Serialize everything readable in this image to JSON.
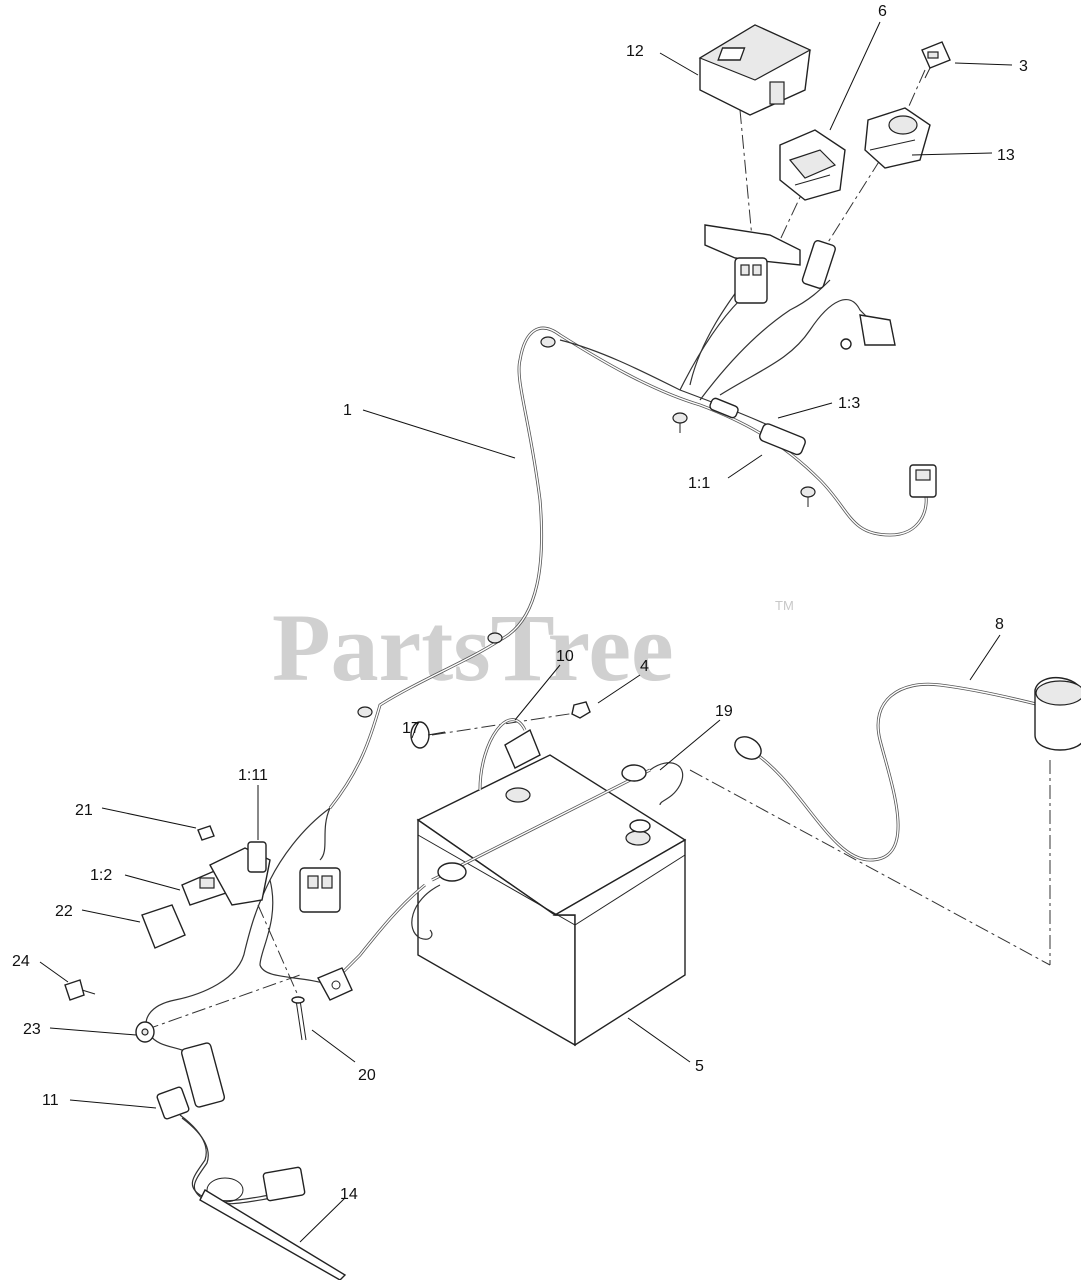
{
  "watermark": {
    "text": "PartsTree",
    "trademark": "TM"
  },
  "callouts": [
    {
      "id": "c12",
      "text": "12"
    },
    {
      "id": "c6",
      "text": "6"
    },
    {
      "id": "c3",
      "text": "3"
    },
    {
      "id": "c13",
      "text": "13"
    },
    {
      "id": "c1",
      "text": "1"
    },
    {
      "id": "c1_3",
      "text": "1:3"
    },
    {
      "id": "c1_1",
      "text": "1:1"
    },
    {
      "id": "c8",
      "text": "8"
    },
    {
      "id": "c10",
      "text": "10"
    },
    {
      "id": "c4",
      "text": "4"
    },
    {
      "id": "c17",
      "text": "17"
    },
    {
      "id": "c19",
      "text": "19"
    },
    {
      "id": "c1_11",
      "text": "1:11"
    },
    {
      "id": "c21",
      "text": "21"
    },
    {
      "id": "c1_2",
      "text": "1:2"
    },
    {
      "id": "c22",
      "text": "22"
    },
    {
      "id": "c24",
      "text": "24"
    },
    {
      "id": "c23",
      "text": "23"
    },
    {
      "id": "c20",
      "text": "20"
    },
    {
      "id": "c5",
      "text": "5"
    },
    {
      "id": "c11",
      "text": "11"
    },
    {
      "id": "c14",
      "text": "14"
    }
  ]
}
